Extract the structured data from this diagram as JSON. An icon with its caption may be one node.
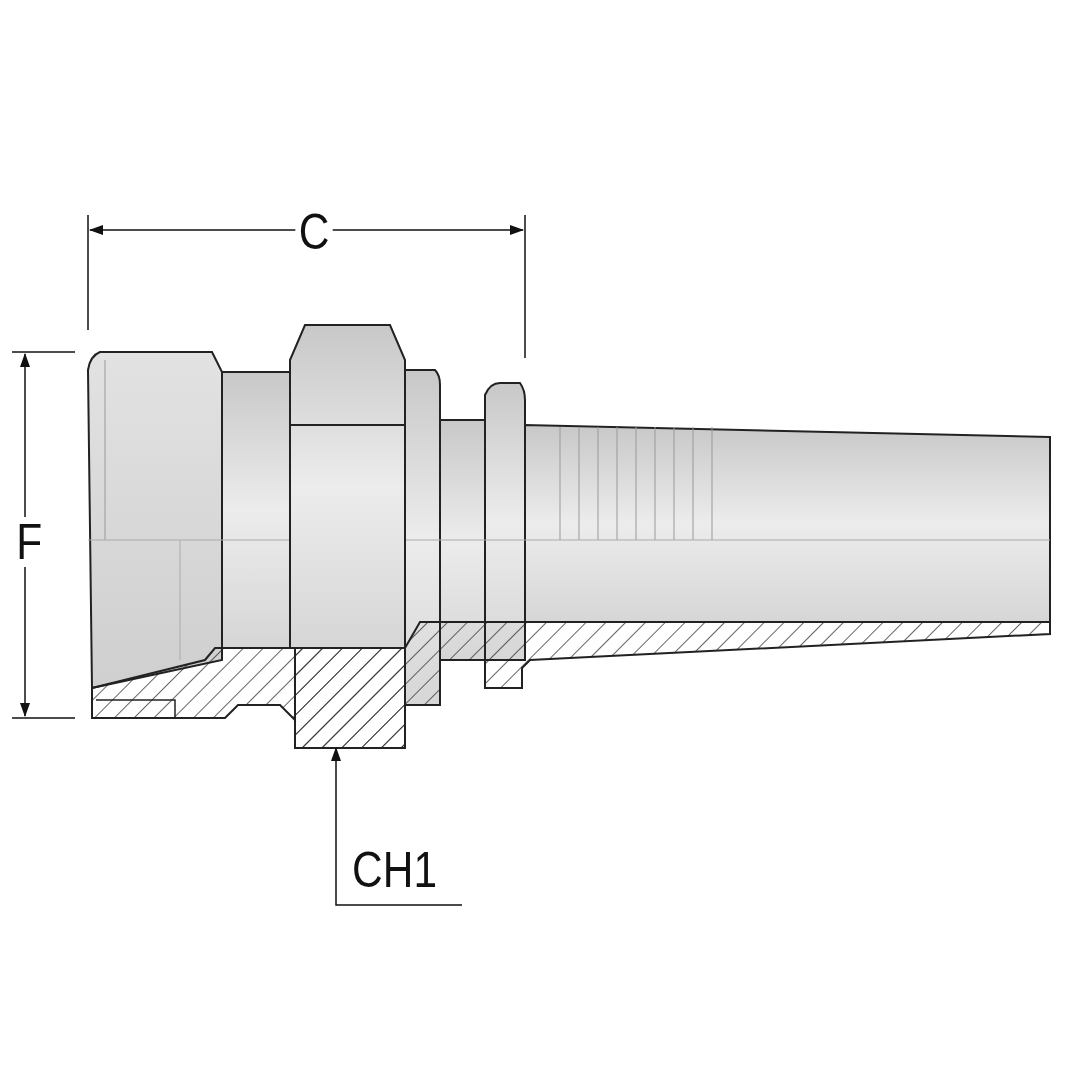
{
  "diagram": {
    "nodes": [
      {
        "text": [
          "CH1"
        ]
      },
      {
        "text": [],
        "shape": "picture"
      }
    ],
    "edges": [
      {
        "from": 0,
        "to": 1,
        "arrow": "to"
      }
    ],
    "labels": [
      "C",
      "F"
    ]
  }
}
